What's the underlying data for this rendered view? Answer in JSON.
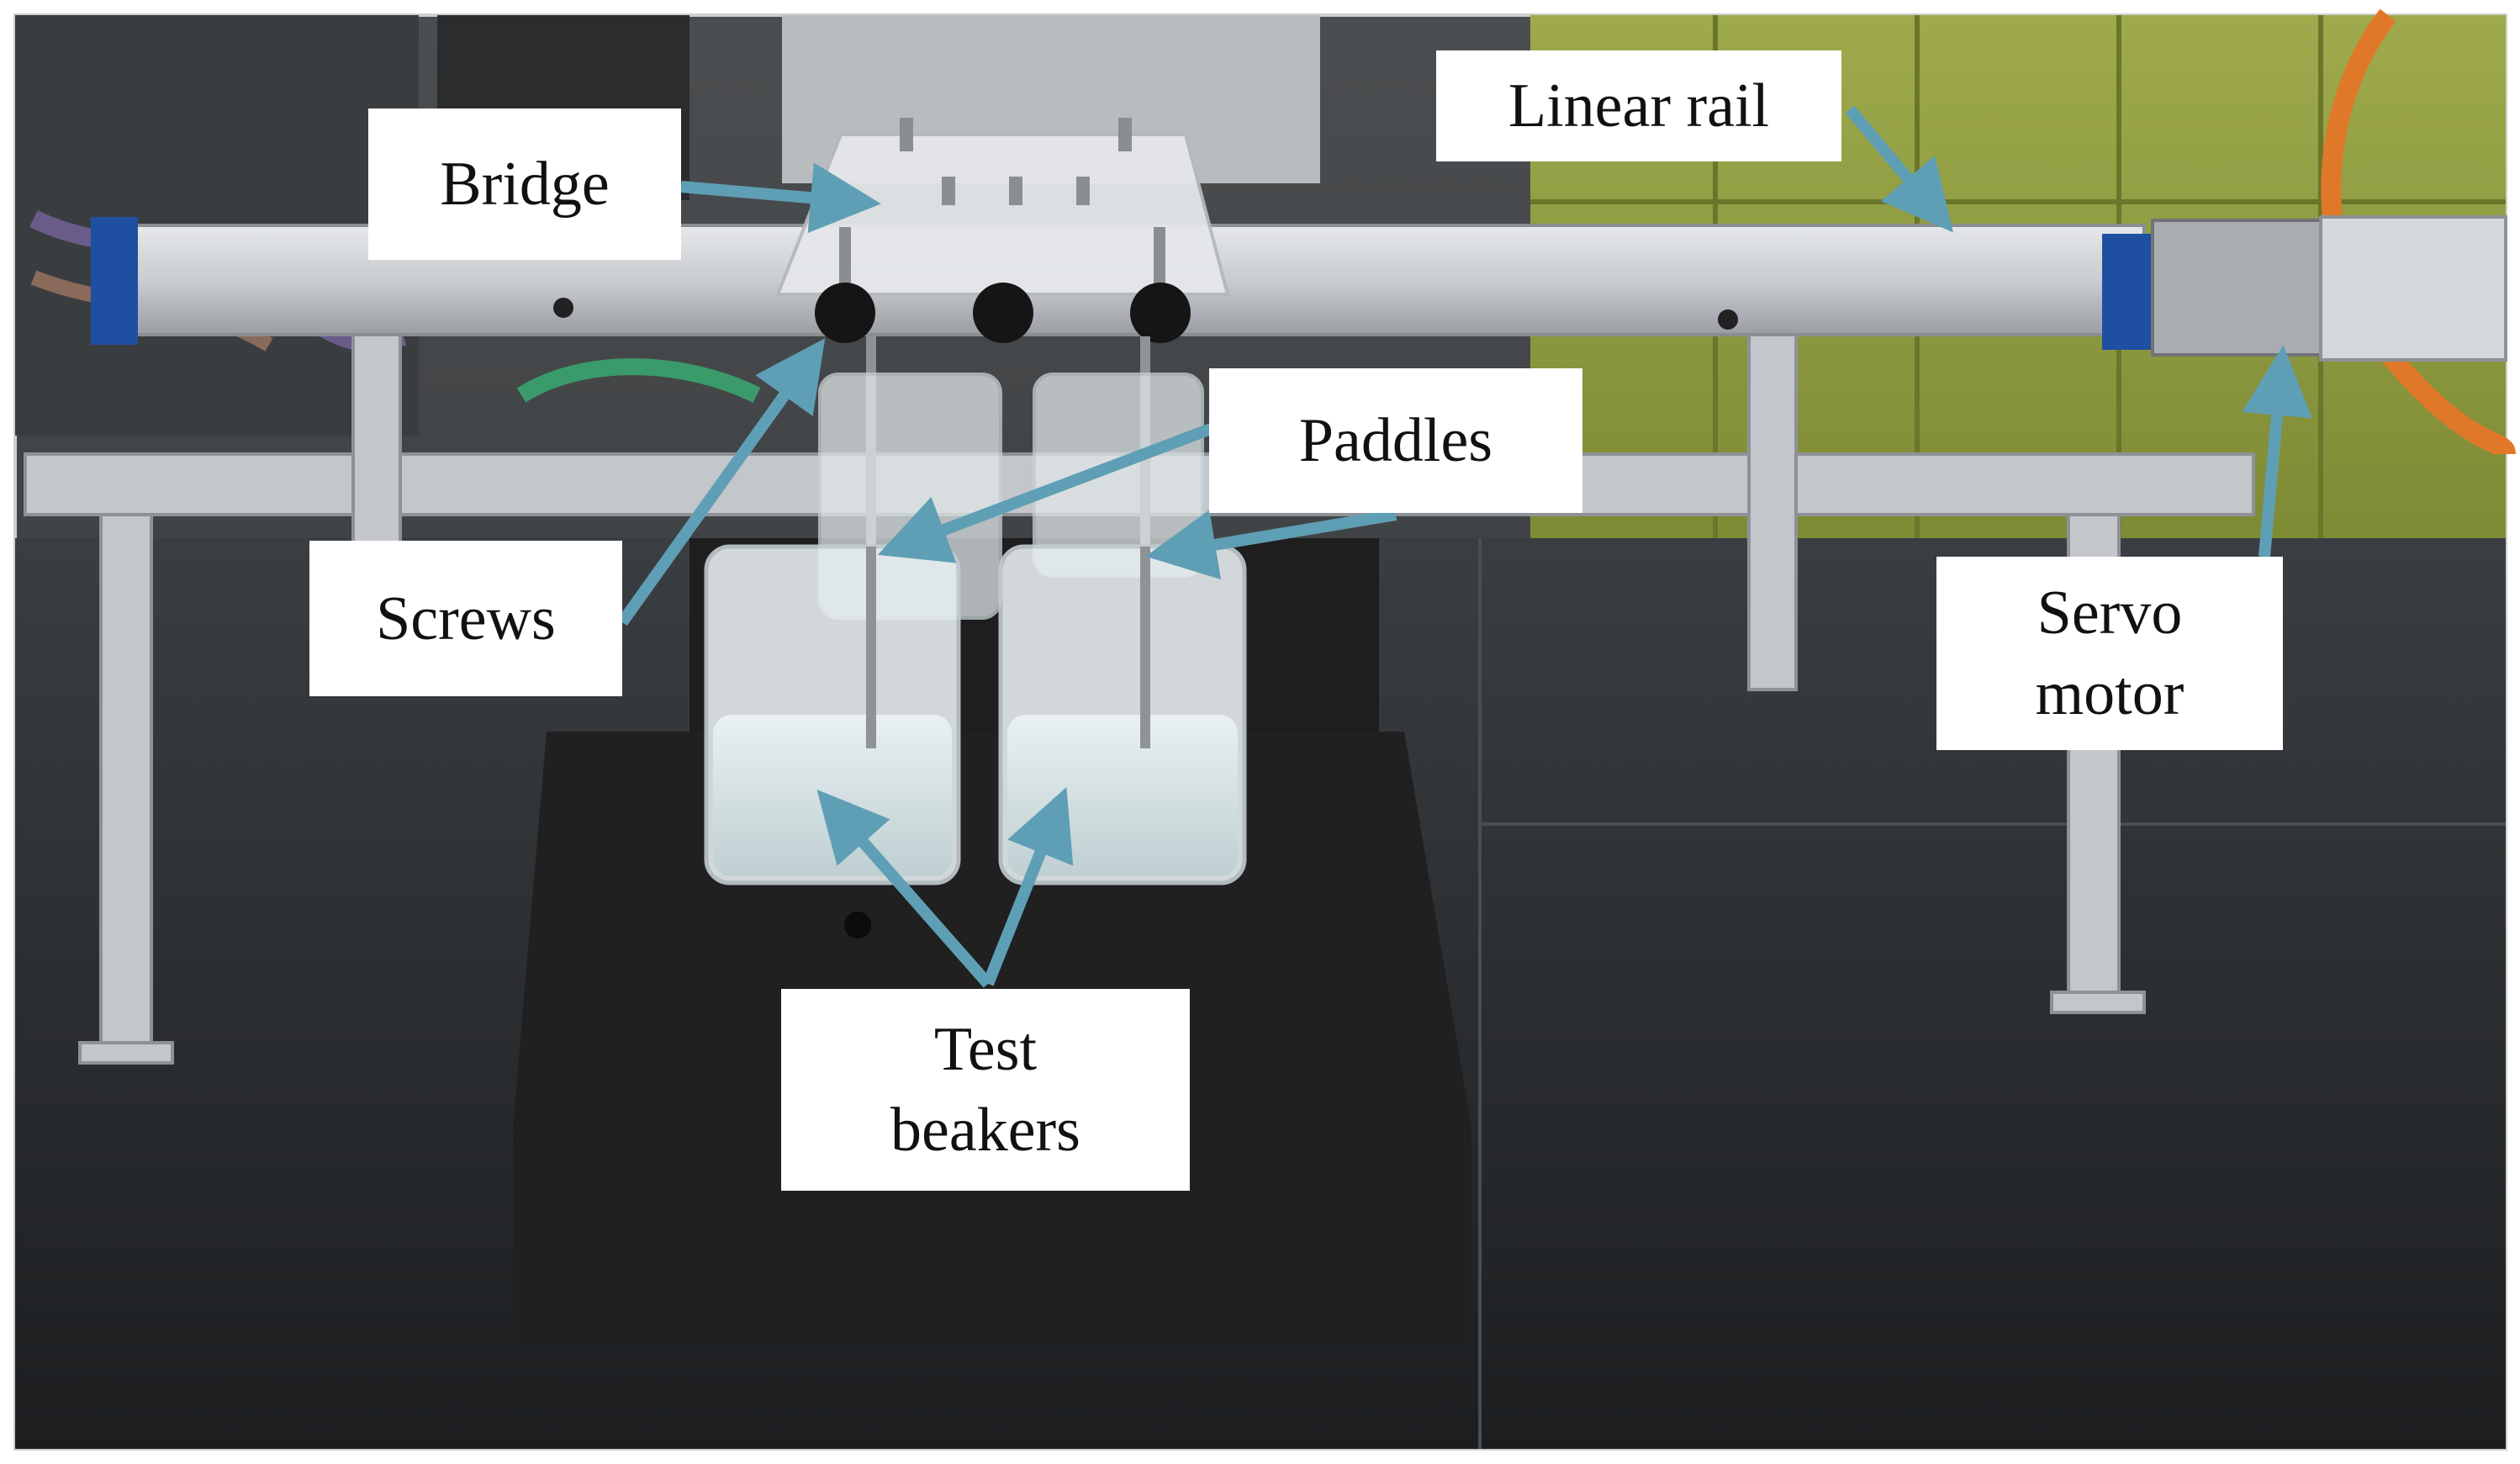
{
  "labels": {
    "bridge": "Bridge",
    "linear_rail": "Linear rail",
    "paddles": "Paddles",
    "screws": "Screws",
    "servo_motor": [
      "Servo",
      "motor"
    ],
    "test_beakers": [
      "Test",
      "beakers"
    ]
  },
  "colors": {
    "arrow": "#5f9fb5",
    "label_bg": "#ffffff",
    "label_text": "#111111",
    "rail_end_cap": "#1f4fa0",
    "wall_panel": "#8c9b3c",
    "cable": "#e0782a",
    "foam_block": "#202020",
    "table": "#2c3034"
  }
}
